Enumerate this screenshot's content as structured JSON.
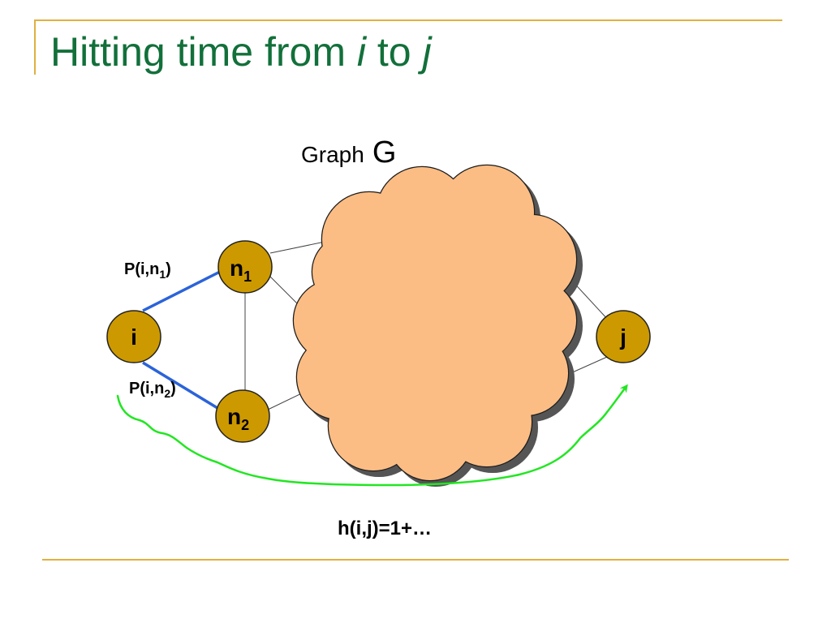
{
  "slide": {
    "title_prefix": "Hitting time from ",
    "title_i": "i",
    "title_mid": " to ",
    "title_j": "j"
  },
  "diagram": {
    "graph_label_word": "Graph",
    "graph_label_letter": "G",
    "nodes": {
      "i": "i",
      "j": "j",
      "n1_base": "n",
      "n1_sub": "1",
      "n2_base": "n",
      "n2_sub": "2"
    },
    "edge_labels": {
      "p1_pre": "P(i,n",
      "p1_sub": "1",
      "p1_post": ")",
      "p2_pre": "P(i,n",
      "p2_sub": "2",
      "p2_post": ")"
    },
    "formula": "h(i,j)=1+…"
  },
  "colors": {
    "title": "#12703a",
    "frame": "#e0b040",
    "node_fill": "#cc9900",
    "cloud_fill": "#fbbd84",
    "blue_edge": "#2b63d9",
    "green_arrow": "#22e622"
  }
}
